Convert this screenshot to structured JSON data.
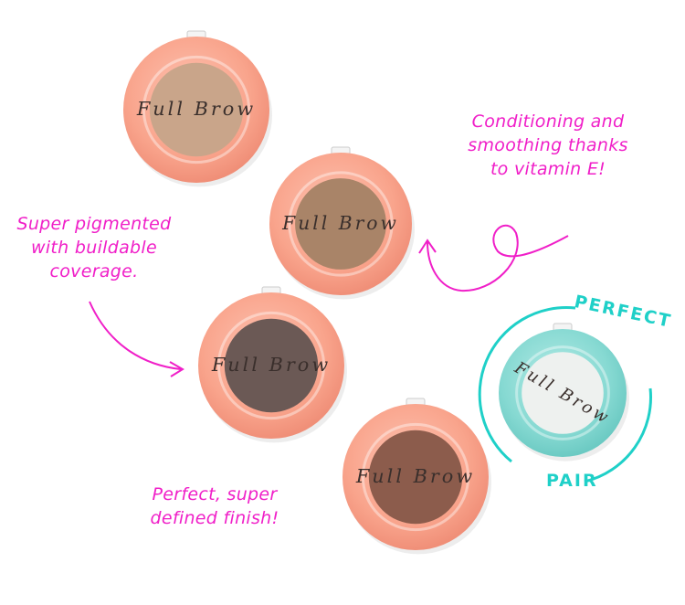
{
  "annotations": {
    "pigmented": [
      "Super pigmented",
      "with buildable",
      "coverage."
    ],
    "conditioning": [
      "Conditioning and",
      "smoothing thanks",
      "to vitamin E!"
    ],
    "finish": [
      "Perfect, super",
      "defined finish!"
    ]
  },
  "pair_ring": {
    "top_label": "PERFECT",
    "bottom_label": "PAIR"
  },
  "brand_logo": "Full Brow",
  "colors": {
    "annotation": "#f01fc8",
    "pair_ring": "#1fd0c8",
    "compact_case": "#f9a68f",
    "teal_case": "#8fdcd6",
    "shades": [
      "#c9a58a",
      "#a98468",
      "#6b5955",
      "#8c5c4c",
      "#eef1ef"
    ]
  }
}
